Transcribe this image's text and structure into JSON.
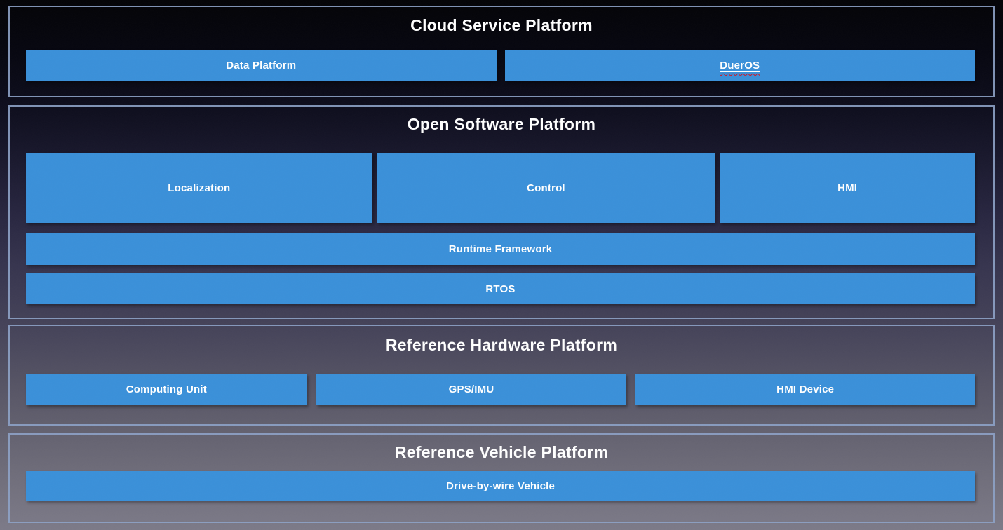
{
  "slide": {
    "accent_color": "#3a90d9",
    "frame_border_color": "#8da2c6",
    "background_top_color": "#030306",
    "background_bottom_color": "#7c7a88"
  },
  "cloud_section": {
    "title": "Cloud Service Platform",
    "boxes": {
      "data_platform": "Data Platform",
      "dueros": "DuerOS"
    }
  },
  "software_section": {
    "title": "Open Software Platform",
    "boxes": {
      "localization": "Localization",
      "control": "Control",
      "hmi": "HMI",
      "runtime": "Runtime Framework",
      "rtos": "RTOS"
    }
  },
  "hardware_section": {
    "title": "Reference Hardware Platform",
    "boxes": {
      "computing_unit": "Computing Unit",
      "gps_imu": "GPS/IMU",
      "hmi_device": "HMI Device"
    }
  },
  "vehicle_section": {
    "title": "Reference Vehicle Platform",
    "boxes": {
      "drive_by_wire": "Drive-by-wire Vehicle"
    }
  }
}
